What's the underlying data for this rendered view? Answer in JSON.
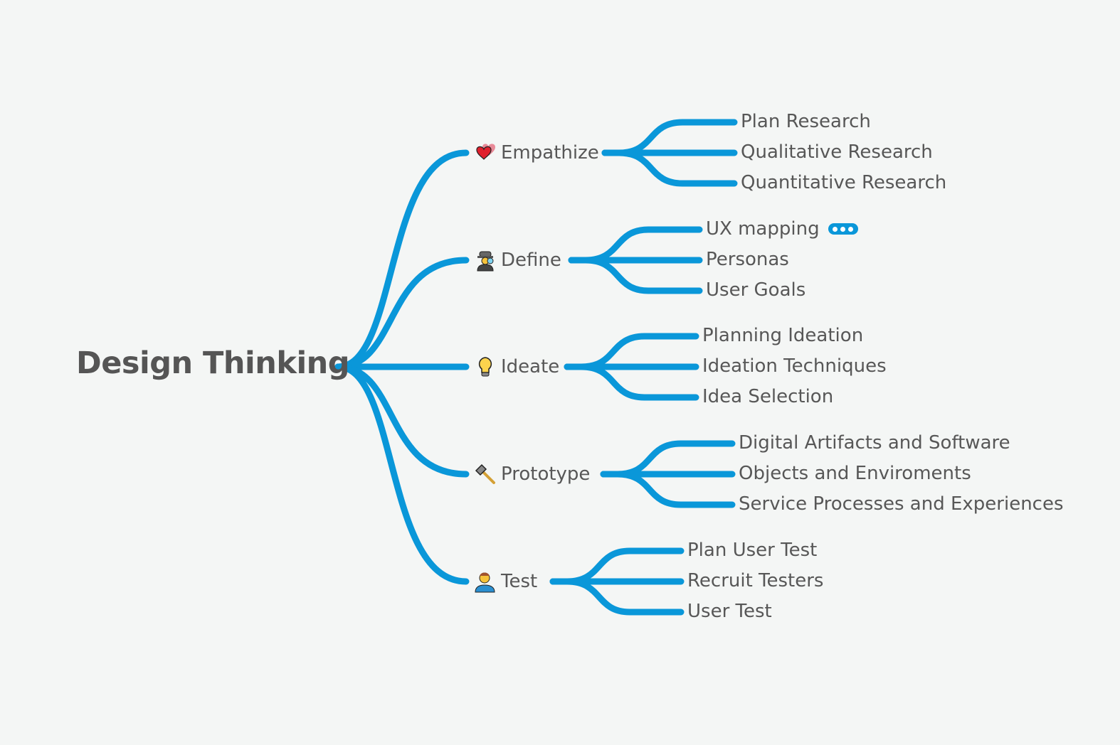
{
  "root": {
    "label": "Design Thinking"
  },
  "line_color": "#0a97d9",
  "branches": [
    {
      "label": "Empathize",
      "icon": "two-hearts-icon",
      "children": [
        "Plan Research",
        "Qualitative Research",
        "Quantitative Research"
      ]
    },
    {
      "label": "Define",
      "icon": "detective-icon",
      "children": [
        "UX mapping",
        "Personas",
        "User Goals"
      ]
    },
    {
      "label": "Ideate",
      "icon": "light-bulb-icon",
      "children": [
        "Planning Ideation",
        "Ideation Techniques",
        "Idea Selection"
      ]
    },
    {
      "label": "Prototype",
      "icon": "hammer-icon",
      "children": [
        "Digital Artifacts and Software",
        "Objects and Enviroments",
        "Service Processes and Experiences"
      ]
    },
    {
      "label": "Test",
      "icon": "person-tester-icon",
      "children": [
        "Plan User Test",
        "Recruit Testers",
        "User Test"
      ]
    }
  ]
}
